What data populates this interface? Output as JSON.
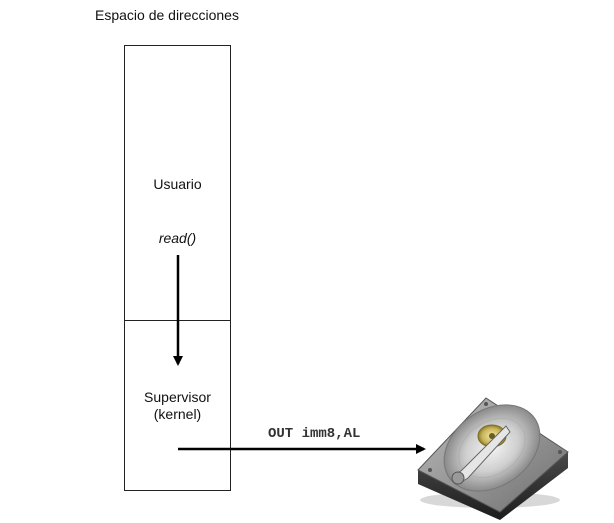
{
  "diagram": {
    "title": "Espacio de direcciones",
    "user_region": {
      "label": "Usuario",
      "call": "read()"
    },
    "kernel_region": {
      "label_line1": "Supervisor",
      "label_line2": "(kernel)"
    },
    "io_instruction": "OUT imm8,AL",
    "device_icon": "hard-disk-icon"
  }
}
